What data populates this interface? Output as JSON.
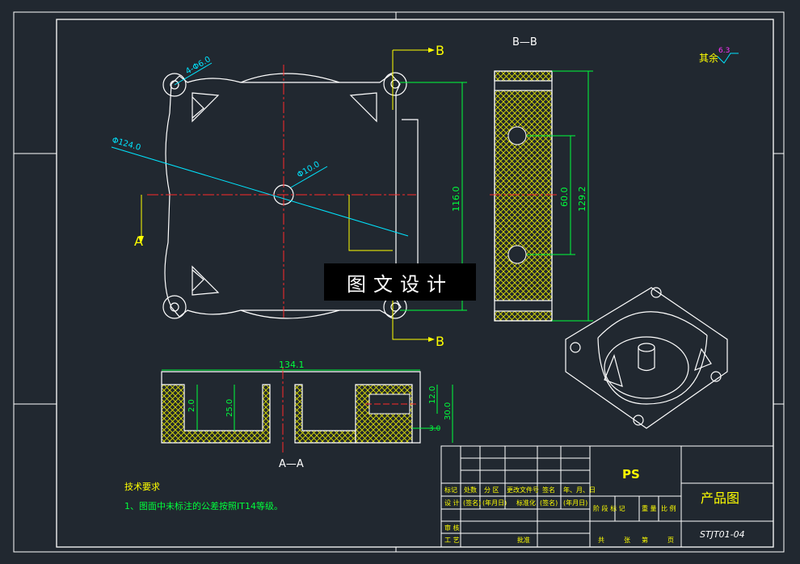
{
  "colors": {
    "background": "#212830",
    "outline": "#ffffff",
    "dimension": "#00ff3c",
    "center_line": "#ff2a2a",
    "section_leader": "#ffff00",
    "callout": "#00e5ff",
    "hatch": "#e6e600",
    "annotation": "#ffff00",
    "roughness": "#ff33ff"
  },
  "section_labels": {
    "b_top": "B",
    "b_bottom": "B",
    "a_left": "A",
    "bb_title": "B—B",
    "aa_title": "A—A"
  },
  "dims": {
    "hole_callout": "4-Φ6.0",
    "dia_124": "Φ124.0",
    "dia_10": "Φ10.0",
    "h_116": "116.0",
    "h_60": "60.0",
    "h_129": "129.2",
    "w_134": "134.1",
    "d_2": "2.0",
    "d_25": "25.0",
    "d_12": "12.0",
    "d_30": "30.0",
    "d_3": "3.0"
  },
  "roughness": {
    "label": "其余",
    "value": "6.3"
  },
  "tech": {
    "title": "技术要求",
    "line1": "1、图面中未标注的公差按照IT14等级。"
  },
  "watermark": "图文设计",
  "title_block": {
    "material": "PS",
    "drawing_name": "产品图",
    "drawing_no": "STJT01-04",
    "row1": [
      "标记",
      "处数",
      "分 区",
      "更改文件号",
      "签名",
      "年、月、日"
    ],
    "row2": [
      "设 计",
      "(签名)",
      "(年月日)",
      "标准化",
      "(签名)",
      "(年月日)"
    ],
    "row2_right": [
      "阶 段 标 记",
      "重 量",
      "比 例"
    ],
    "row3": [
      "审 核"
    ],
    "row4": [
      "工 艺",
      "批准"
    ],
    "row4_right": [
      "共",
      "张",
      "第",
      "页"
    ]
  }
}
